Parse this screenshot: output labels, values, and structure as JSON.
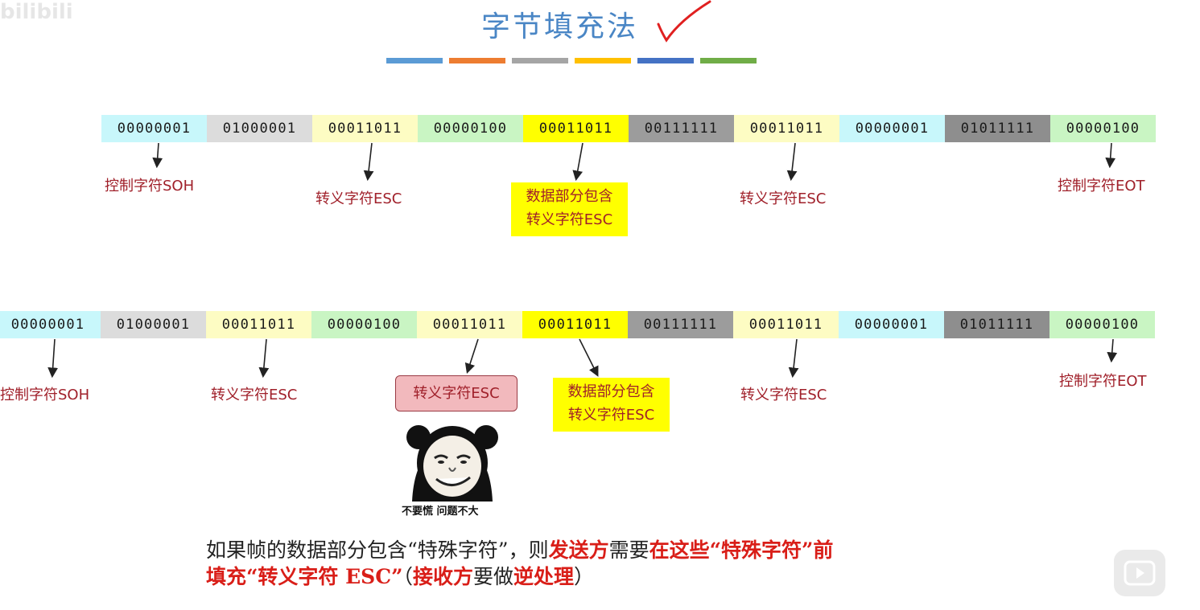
{
  "title": "字节填充法",
  "watermark": "bilibili",
  "color_bar": [
    "#5b9bd5",
    "#ed7d31",
    "#a5a5a5",
    "#ffc000",
    "#4472c4",
    "#70ad47"
  ],
  "row1": {
    "segments": [
      "00000001",
      "01000001",
      "00011011",
      "00000100",
      "00011011",
      "00111111",
      "00011011",
      "00000001",
      "01011111",
      "00000100"
    ],
    "labels": {
      "soh": "控制字符SOH",
      "esc1": "转义字符ESC",
      "data_esc_line1": "数据部分包含",
      "data_esc_line2": "转义字符ESC",
      "esc2": "转义字符ESC",
      "eot": "控制字符EOT"
    }
  },
  "row2": {
    "segments": [
      "00000001",
      "01000001",
      "00011011",
      "00000100",
      "00011011",
      "00011011",
      "00111111",
      "00011011",
      "00000001",
      "01011111",
      "00000100"
    ],
    "labels": {
      "soh": "控制字符SOH",
      "esc1": "转义字符ESC",
      "inserted_esc": "转义字符ESC",
      "data_esc_line1": "数据部分包含",
      "data_esc_line2": "转义字符ESC",
      "esc2": "转义字符ESC",
      "eot": "控制字符EOT"
    }
  },
  "meme_caption": "不要慌 问题不大",
  "bottom": {
    "l1_a": "如果帧的数据部分包含“特殊字符”，则",
    "l1_b": "发送方",
    "l1_c": "需要",
    "l1_d": "在这些“特殊字符”前",
    "l2_a": "填充“转义字符 ESC”",
    "l2_b": "（",
    "l2_c": "接收方",
    "l2_d": "要做",
    "l2_e": "逆处理",
    "l2_f": "）"
  }
}
